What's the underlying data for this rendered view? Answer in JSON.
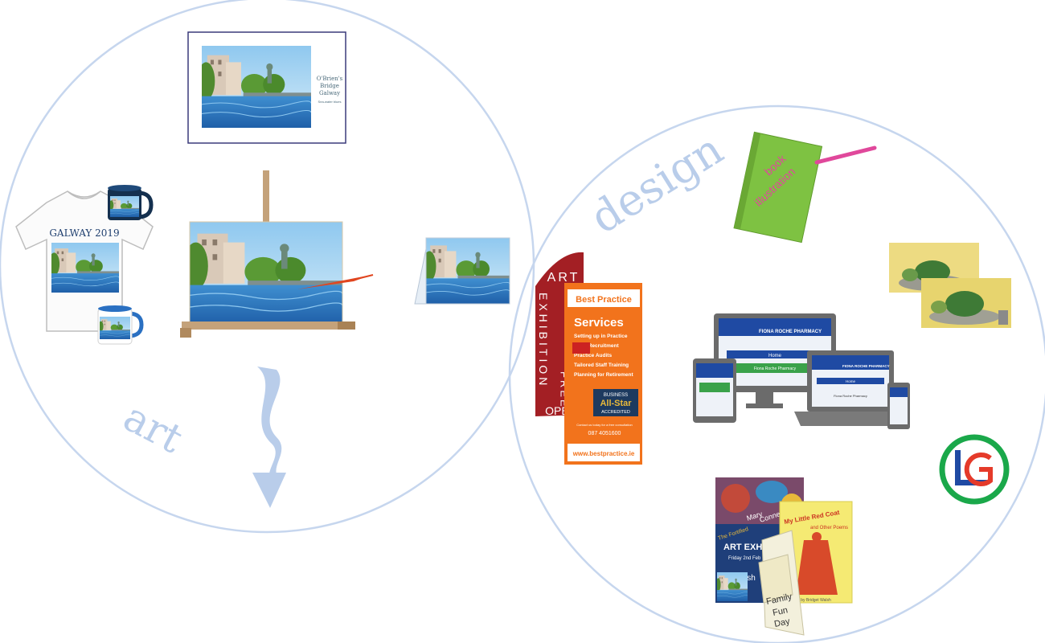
{
  "colors": {
    "circle_stroke": "#c6d6ee",
    "label": "#b9cdea",
    "water": "#4b9ad6",
    "sky": "#a9d6f2",
    "flag_red": "#a31f24",
    "brochure_orange": "#f2731c",
    "book_green": "#7ec242",
    "pencil_pink": "#e0489b",
    "screen_blue": "#1f4aa3",
    "device_gray": "#6b6b6b",
    "logo_green": "#1aa84a"
  },
  "labels": {
    "art": "art",
    "design": "design"
  },
  "art": {
    "print_title_1": "O'Brien's",
    "print_title_2": "Bridge",
    "print_title_3": "Galway",
    "print_sub": "Sea-water blues",
    "tshirt_text": "GALWAY 2019"
  },
  "design": {
    "book_text_1": "book",
    "book_text_2": "illustration",
    "flag_art": "ART",
    "flag_exhibition": "EXHIBITION",
    "flag_free": "FREE",
    "flag_open": "OPEN",
    "brochure_brand": "Best Practice",
    "brochure_heading": "Services",
    "brochure_items": [
      "Setting up in Practice",
      "HR & Recruitment",
      "Practice Audits",
      "Tailored Staff Training",
      "Planning for Retirement"
    ],
    "award_title": "BUSINESS",
    "award_name": "All-Star",
    "award_sub": "ACCREDITED",
    "brochure_contact": "Contact us today for a free consultation",
    "brochure_phone": "087 4051600",
    "brochure_url": "www.bestpractice.ie",
    "web_title": "FIONA ROCHE PHARMACY",
    "web_home": "Home",
    "web_caption": "Fiona Roche Pharmacy",
    "poster_1": "Mary",
    "poster_2": "Conneely",
    "poster_3": "The Fortified",
    "poster_4": "ART EXHIBITION",
    "poster_5": "Friday 2nd Feb",
    "poster_6": "Trish",
    "book2_title_1": "My Little Red Coat",
    "book2_title_2": "and Other Poems",
    "book2_author": "by Bridget Walsh",
    "leaflet_1": "Family",
    "leaflet_2": "Fun",
    "leaflet_3": "Day",
    "logo_letters": "LG"
  }
}
